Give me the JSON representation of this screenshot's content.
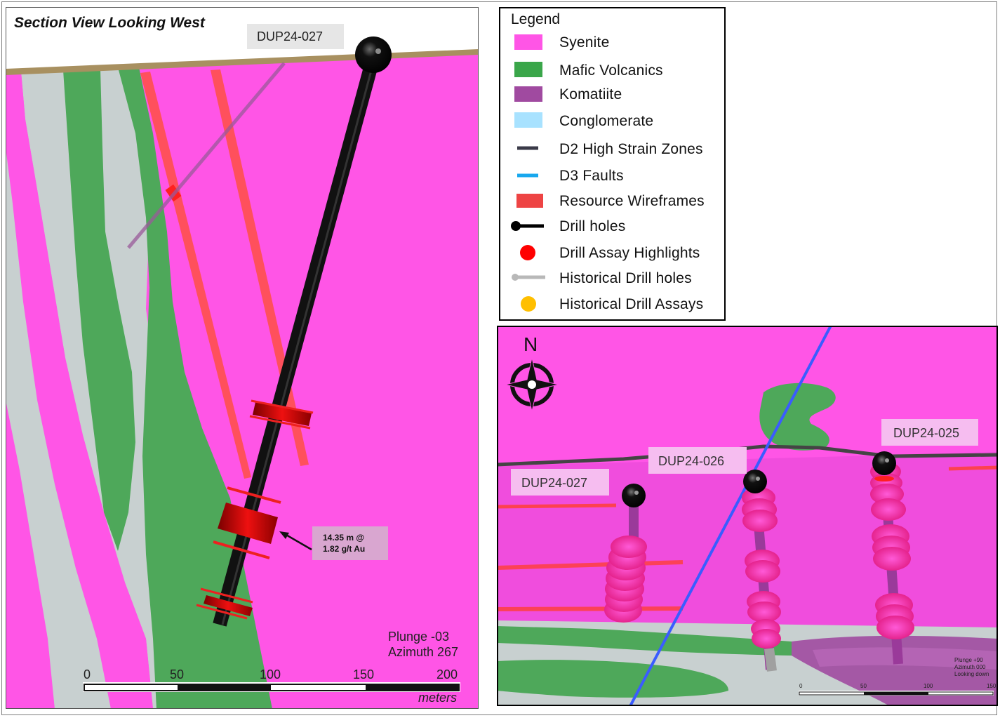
{
  "section_view": {
    "title": "Section View Looking West",
    "drillhole_label": "DUP24-027",
    "callout": {
      "line1": "14.35 m @",
      "line2": "1.82 g/t Au"
    },
    "orientation": {
      "plunge": "Plunge -03",
      "azimuth": "Azimuth 267"
    },
    "scale": {
      "ticks": [
        "0",
        "50",
        "100",
        "150",
        "200"
      ],
      "unit": "meters"
    }
  },
  "legend": {
    "title": "Legend",
    "items": [
      {
        "label": "Syenite",
        "color": "#ff55e6",
        "icon": "syenite-swatch"
      },
      {
        "label": "Mafic Volcanics",
        "color": "#3aa64a",
        "icon": "mafic-swatch"
      },
      {
        "label": "Komatiite",
        "color": "#a04aa0",
        "icon": "komatiite-swatch"
      },
      {
        "label": "Conglomerate",
        "color": "#a8e2ff",
        "icon": "conglomerate-swatch"
      },
      {
        "label": "D2 High Strain Zones",
        "color": "#3a3a48",
        "icon": "line-icon"
      },
      {
        "label": "D3 Faults",
        "color": "#18a8ee",
        "icon": "line-icon"
      },
      {
        "label": "Resource Wireframes",
        "color": "#ee4444",
        "icon": "wireframe-swatch"
      },
      {
        "label": "Drill holes",
        "color": "#000000",
        "icon": "drillhole-icon"
      },
      {
        "label": "Drill Assay Highlights",
        "color": "#ff0000",
        "icon": "dot-icon"
      },
      {
        "label": "Historical Drill holes",
        "color": "#b8b8b8",
        "icon": "historical-line-icon"
      },
      {
        "label": "Historical Drill Assays",
        "color": "#ffbf00",
        "icon": "dot-icon"
      }
    ]
  },
  "plan_view": {
    "north": "N",
    "drillholes": [
      "DUP24-027",
      "DUP24-026",
      "DUP24-025"
    ],
    "orientation": {
      "plunge": "Plunge +90",
      "azimuth": "Azimuth 000",
      "view": "Looking down"
    },
    "scale": {
      "ticks": [
        "0",
        "50",
        "100",
        "150"
      ]
    }
  },
  "colors": {
    "syenite": "#ff55e6",
    "mafic": "#4ea85a",
    "grey_unit": "#c8d0d0",
    "resource": "#ee4444",
    "drillhole": "#111111"
  }
}
